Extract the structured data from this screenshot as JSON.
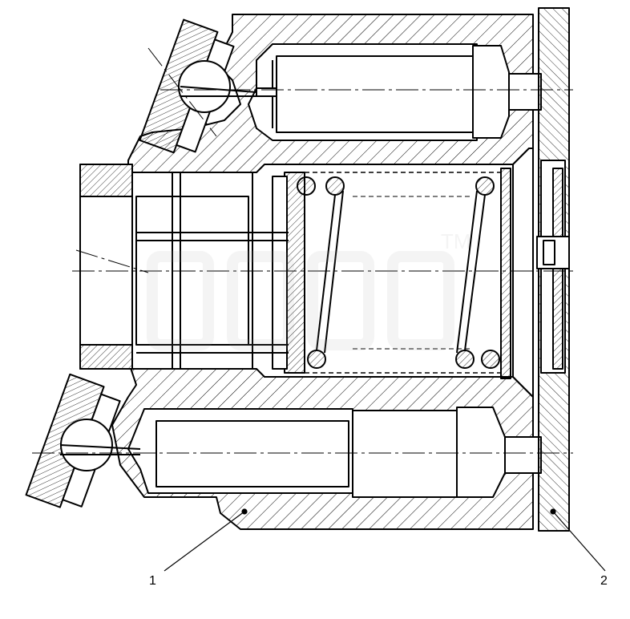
{
  "callouts": [
    {
      "id": "1",
      "label": "1"
    },
    {
      "id": "2",
      "label": "2"
    }
  ],
  "watermark": {
    "mark": "TM"
  },
  "colors": {
    "line": "#000000",
    "background": "#ffffff",
    "watermark": "#9a9a9a"
  }
}
